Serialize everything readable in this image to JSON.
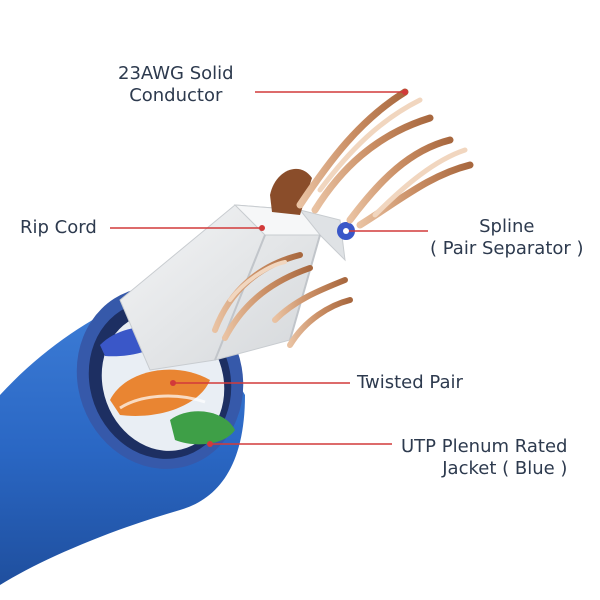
{
  "labels": {
    "conductor": {
      "line1": "23AWG Solid",
      "line2": "Conductor"
    },
    "rip_cord": "Rip Cord",
    "spline": {
      "line1": "Spline",
      "line2": "( Pair Separator )"
    },
    "twisted_pair": "Twisted Pair",
    "jacket": {
      "line1": "UTP Plenum Rated",
      "line2": "Jacket ( Blue )"
    }
  },
  "colors": {
    "jacket": "#2a67c4",
    "jacket_rim": "#3d5fae",
    "leader_line": "#d23a3a",
    "label_text": "#2d3a4e",
    "separator": "#e6e8ea",
    "copper": "#c98d63",
    "orange_wire": "#e98532",
    "green_wire": "#3e9f47",
    "brown_wire": "#8a4d2a",
    "blue_wire": "#3a57c8"
  }
}
